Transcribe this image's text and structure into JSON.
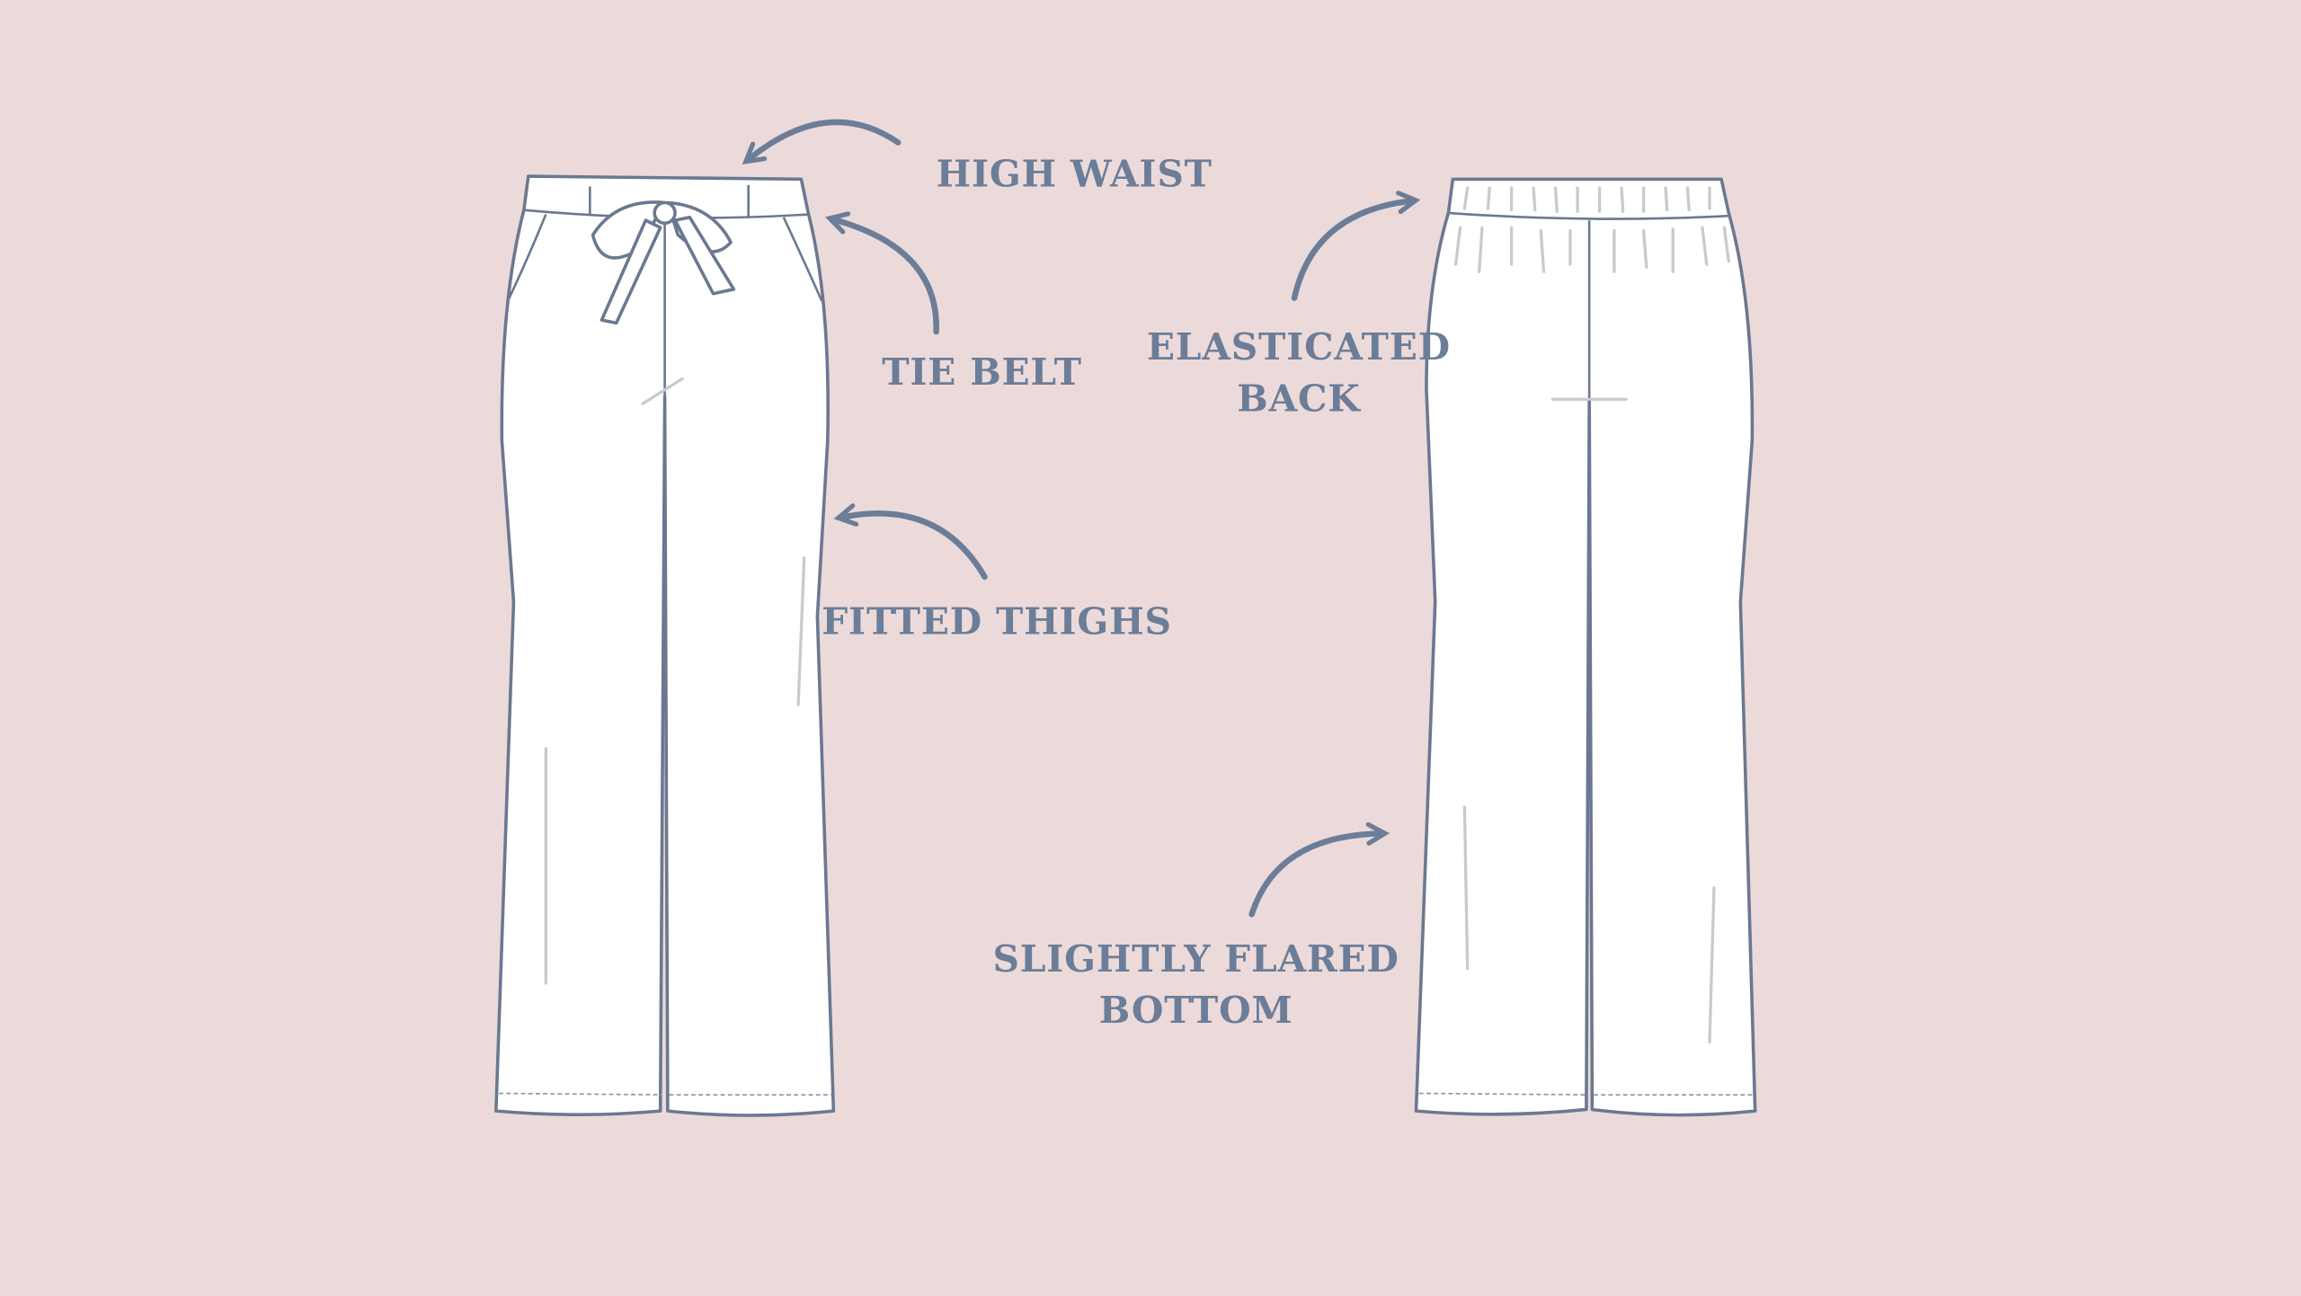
{
  "colors": {
    "background": "#ecdada",
    "label": "#6b7d98",
    "outline": "#6b7890",
    "garment": "#ffffff"
  },
  "front_view": {
    "labels": {
      "high_waist": "HIGH WAIST",
      "tie_belt": "TIE BELT",
      "fitted_thighs": "FITTED THIGHS"
    }
  },
  "back_view": {
    "labels": {
      "elasticated_back_line1": "ELASTICATED",
      "elasticated_back_line2": "BACK",
      "flared_line1": "SLIGHTLY FLARED",
      "flared_line2": "BOTTOM"
    }
  }
}
